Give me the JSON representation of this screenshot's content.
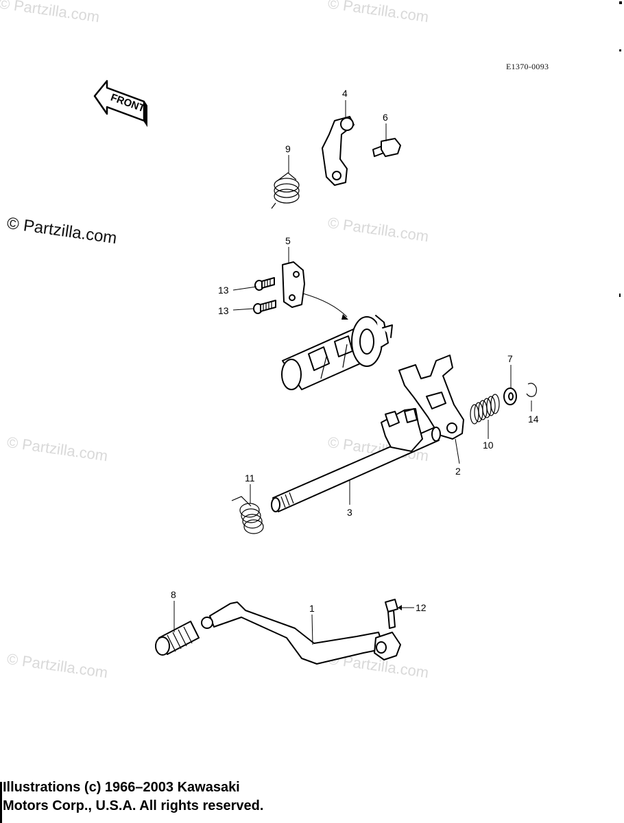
{
  "diagram": {
    "code": "E1370-0093",
    "front_label": "FRONT",
    "callouts": [
      "1",
      "2",
      "3",
      "4",
      "5",
      "6",
      "7",
      "8",
      "9",
      "10",
      "11",
      "12",
      "13",
      "13",
      "14"
    ]
  },
  "watermark": {
    "text": "© Partzilla.com"
  },
  "footer": {
    "line1": "Illustrations (c) 1966–2003 Kawasaki",
    "line2": "Motors Corp., U.S.A.  All rights reserved."
  }
}
